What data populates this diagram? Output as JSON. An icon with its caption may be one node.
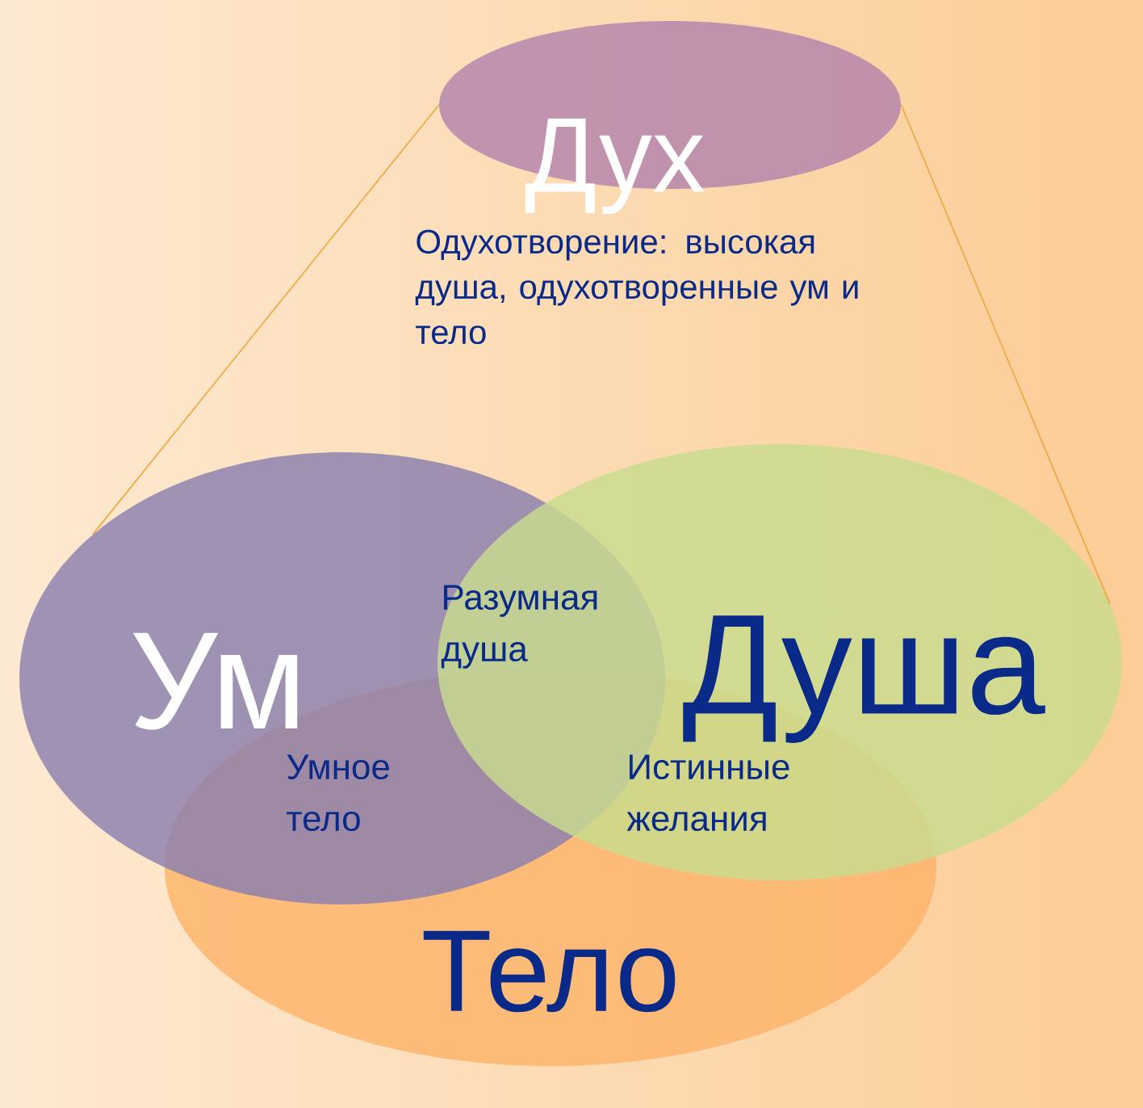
{
  "diagram": {
    "nodes": [
      {
        "text": [
          "Дух"
        ],
        "beside": [
          "Одухотворение: высокая душа, одухотворенные ум и тело"
        ]
      },
      {
        "text": [
          "Ум"
        ]
      },
      {
        "text": [
          "Душа"
        ]
      },
      {
        "text": [
          "Тело"
        ]
      }
    ],
    "edges": [
      {
        "from": 0,
        "to": 1,
        "arrow": "none"
      },
      {
        "from": 0,
        "to": 2,
        "arrow": "none"
      }
    ],
    "labels": [
      "Разумная душа",
      "Умное тело",
      "Истинные желания"
    ]
  }
}
